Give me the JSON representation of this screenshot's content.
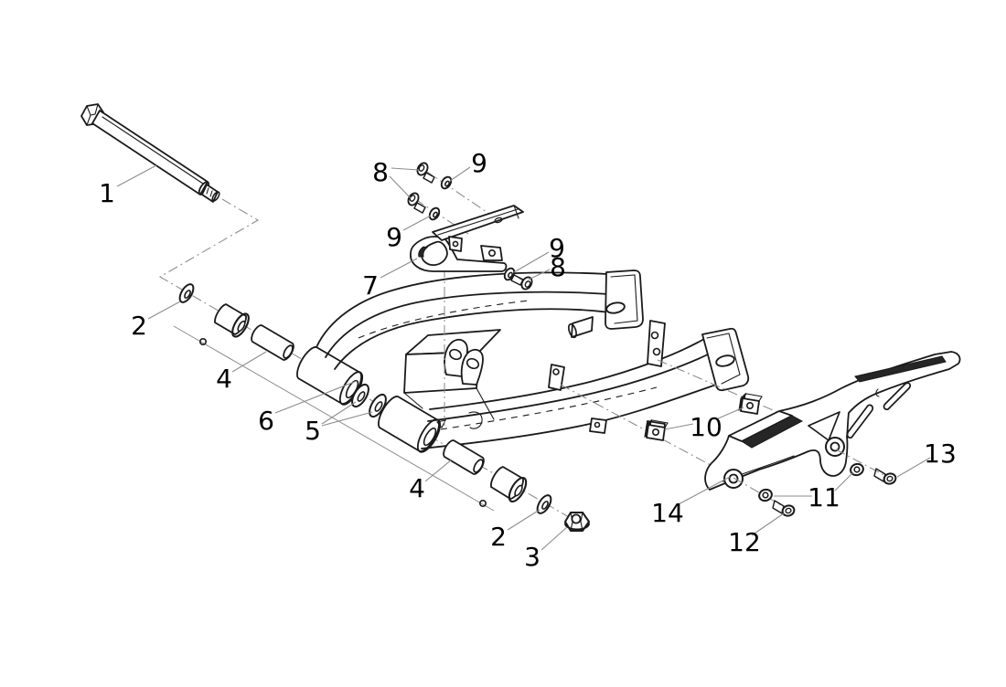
{
  "page": {
    "background": "#ffffff"
  },
  "diagram": {
    "kind": "exploded-parts-diagram",
    "subject": "swingarm assembly",
    "line_color": "#1a1a1a",
    "leader_color": "#8c8c8c",
    "centerline_color": "#8f8f8f"
  },
  "callouts": [
    {
      "id": "1",
      "part": "pivot-bolt"
    },
    {
      "id": "2",
      "part": "washer-front"
    },
    {
      "id": "4",
      "part": "bushing-sleeve-upper"
    },
    {
      "id": "6",
      "part": "spacer"
    },
    {
      "id": "5",
      "part": "center-washers"
    },
    {
      "id": "7",
      "part": "chain-slider"
    },
    {
      "id": "8",
      "part": "slider-screws-upper"
    },
    {
      "id": "9",
      "part": "slider-washer-a"
    },
    {
      "id": "9",
      "part": "slider-washer-b"
    },
    {
      "id": "9",
      "part": "slider-washer-c"
    },
    {
      "id": "8",
      "part": "slider-screw-lower"
    },
    {
      "id": "10",
      "part": "clip-nuts"
    },
    {
      "id": "14",
      "part": "chain-guard"
    },
    {
      "id": "11",
      "part": "guard-washers"
    },
    {
      "id": "12",
      "part": "guard-screw-front"
    },
    {
      "id": "2",
      "part": "washer-rear"
    },
    {
      "id": "3",
      "part": "pivot-nut"
    },
    {
      "id": "4",
      "part": "bushing-sleeve-lower"
    },
    {
      "id": "13",
      "part": "guard-screw-mid"
    }
  ]
}
